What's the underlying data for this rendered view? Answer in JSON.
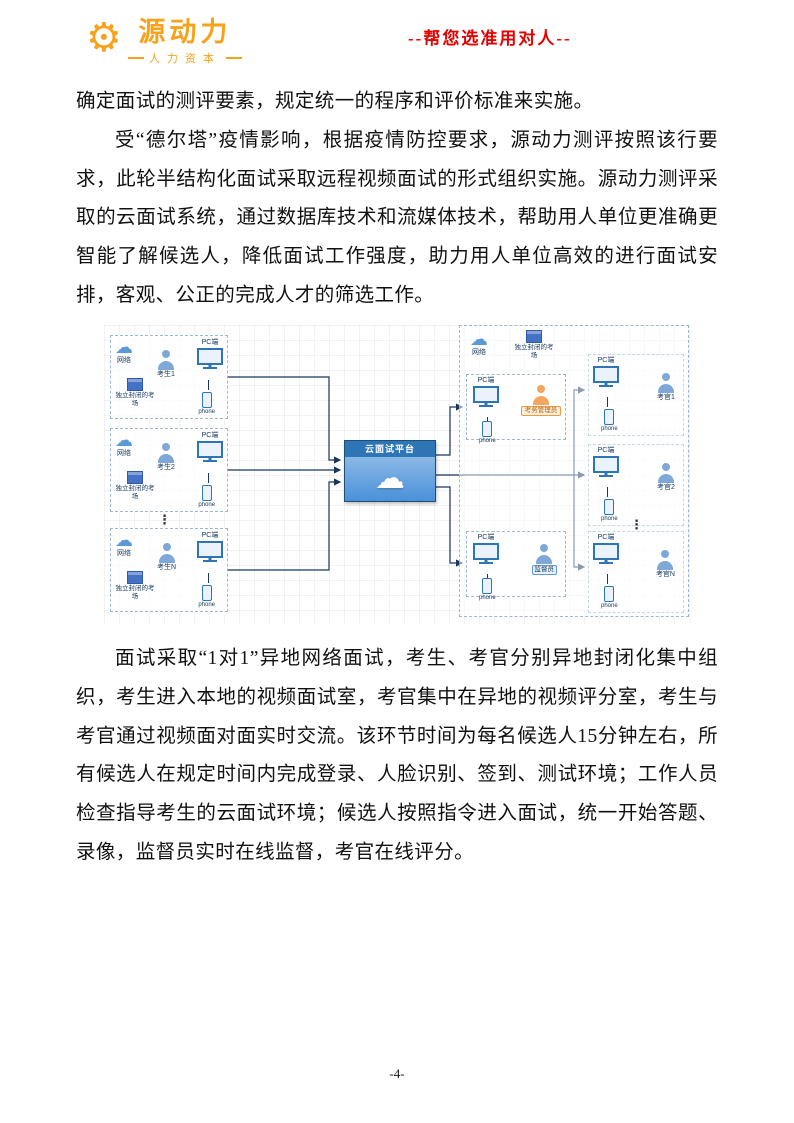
{
  "header": {
    "brand_name": "源动力",
    "brand_sub": "人力资本",
    "slogan": "--帮您选准用对人--"
  },
  "body": {
    "para1": "确定面试的测评要素，规定统一的程序和评价标准来实施。",
    "para2": "受“德尔塔”疫情影响，根据疫情防控要求，源动力测评按照该行要求，此轮半结构化面试采取远程视频面试的形式组织实施。源动力测评采取的云面试系统，通过数据库技术和流媒体技术，帮助用人单位更准确更智能了解候选人，降低面试工作强度，助力用人单位高效的进行面试安排，客观、公正的完成人才的筛选工作。",
    "para3": "面试采取“1对1”异地网络面试，考生、考官分别异地封闭化集中组织，考生进入本地的视频面试室，考官集中在异地的视频评分室，考生与考官通过视频面对面实时交流。该环节时间为每名候选人15分钟左右，所有候选人在规定时间内完成登录、人脸识别、签到、测试环境；工作人员检查指导考生的云面试环境；候选人按照指令进入面试，统一开始答题、录像，监督员实时在线监督，考官在线评分。"
  },
  "diagram": {
    "platform_title": "云面试平台",
    "network_label": "网络",
    "room_label": "独立封闭的考场",
    "pc_label": "PC端",
    "phone_label": "phone",
    "ellipsis": "⋮",
    "candidates": [
      {
        "name": "考生1"
      },
      {
        "name": "考生2"
      },
      {
        "name": "考生N"
      }
    ],
    "examiners": [
      {
        "name": "考官1"
      },
      {
        "name": "考官2"
      },
      {
        "name": "考官N"
      }
    ],
    "admin_label": "考务管理员",
    "supervisor_label": "监督员",
    "accent_color": "#2e75b6",
    "line_color": "#17375e"
  },
  "footer": {
    "page_number": "-4-"
  }
}
